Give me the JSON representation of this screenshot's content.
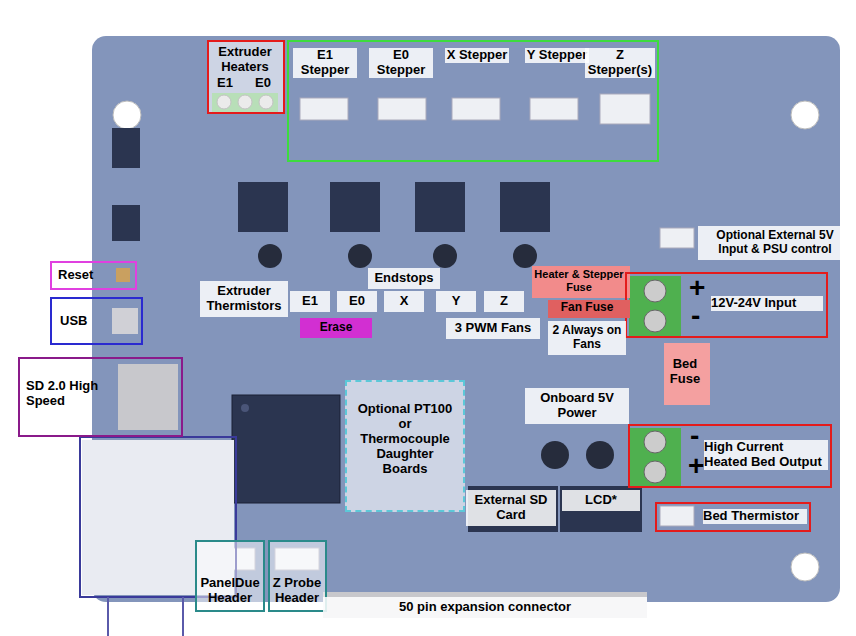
{
  "diagram": {
    "nodes": [
      {
        "text": [
          "Extruder Heaters",
          "E1",
          "E0"
        ]
      },
      {
        "text": [
          "E1 Stepper",
          "E0 Stepper",
          "X Stepper",
          "Y Stepper",
          "Z Stepper(s)"
        ]
      },
      {
        "text": [
          "Reset"
        ]
      },
      {
        "text": [
          "Heater & Stepper Fuse"
        ]
      },
      {
        "text": [
          "+",
          "12V-24V Input",
          "-"
        ]
      },
      {
        "text": [
          "Fan Fuse"
        ]
      },
      {
        "text": [
          "USB"
        ]
      },
      {
        "text": [
          "SD 2.0 High Speed"
        ]
      },
      {
        "text": [
          "Bed Fuse"
        ]
      },
      {
        "text": [
          "Optional PT100 or Thermocouple Daughter Boards"
        ]
      },
      {
        "text": [
          "-",
          "High Current Heated Bed Output",
          "+"
        ]
      },
      {
        "text": [
          "Bed Thermistor"
        ]
      },
      {
        "text": [
          "PanelDue Header"
        ]
      },
      {
        "text": [
          "Z Probe Header"
        ]
      }
    ],
    "labels": [
      "Optional External 5V Input & PSU control",
      "Extruder Thermistors",
      "Endstops",
      "E1",
      "E0",
      "X",
      "Y",
      "Z",
      "Erase",
      "3 PWM Fans",
      "2 Always on Fans",
      "Onboard 5V Power",
      "External SD Card",
      "LCD*",
      "50 pin expansion connector"
    ]
  }
}
